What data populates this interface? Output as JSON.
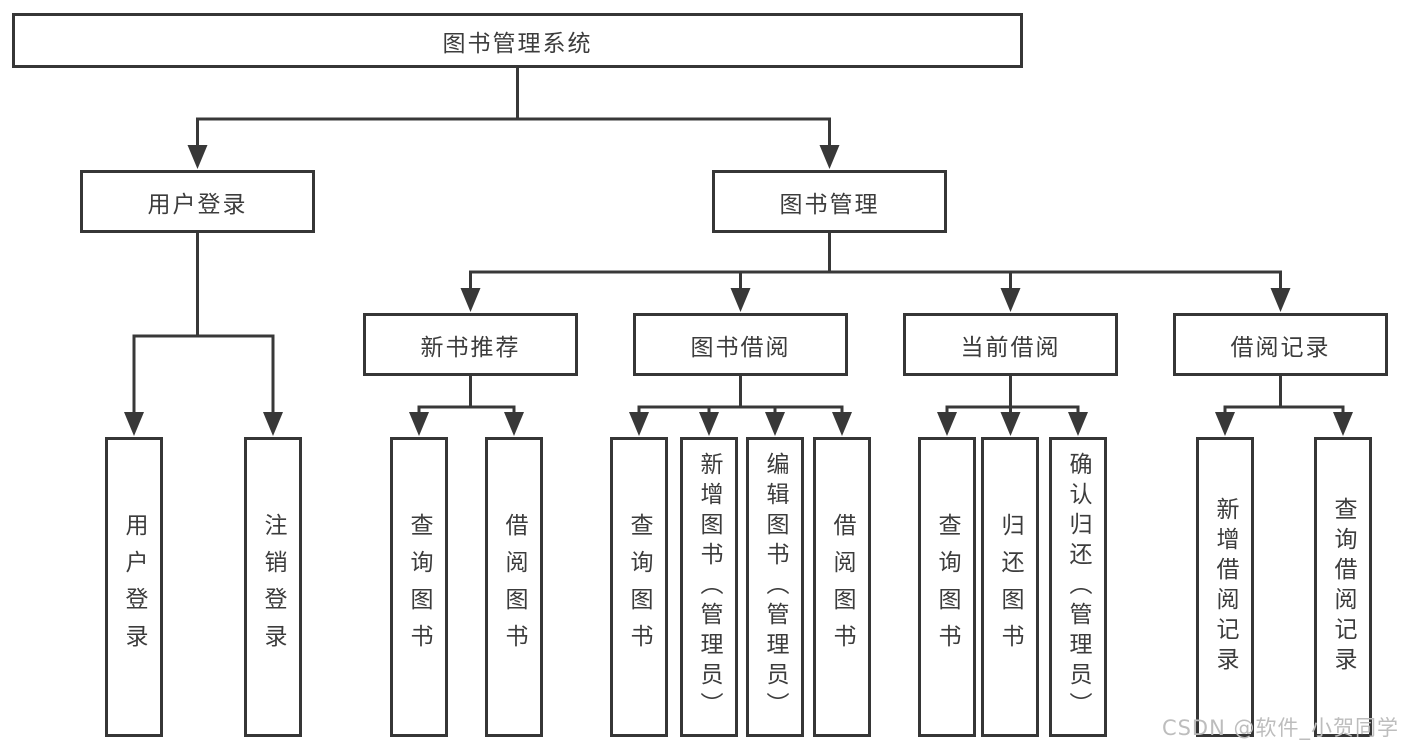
{
  "diagram": {
    "root": {
      "label": "图书管理系统",
      "children": [
        {
          "label": "用户登录",
          "children": [
            {
              "label": "用户登录"
            },
            {
              "label": "注销登录"
            }
          ]
        },
        {
          "label": "图书管理",
          "children": [
            {
              "label": "新书推荐",
              "children": [
                {
                  "label": "查询图书"
                },
                {
                  "label": "借阅图书"
                }
              ]
            },
            {
              "label": "图书借阅",
              "children": [
                {
                  "label": "查询图书"
                },
                {
                  "label": "新增图书（管理员）"
                },
                {
                  "label": "编辑图书（管理员）"
                },
                {
                  "label": "借阅图书"
                }
              ]
            },
            {
              "label": "当前借阅",
              "children": [
                {
                  "label": "查询图书"
                },
                {
                  "label": "归还图书"
                },
                {
                  "label": "确认归还（管理员）"
                }
              ]
            },
            {
              "label": "借阅记录",
              "children": [
                {
                  "label": "新增借阅记录"
                },
                {
                  "label": "查询借阅记录"
                }
              ]
            }
          ]
        }
      ]
    }
  },
  "watermark": {
    "text": "CSDN @软件_小贺同学"
  },
  "colors": {
    "line": "#383838",
    "border": "#363636",
    "text": "#3c3c3c",
    "watermark": "#bdbdbd",
    "background": "#ffffff"
  }
}
